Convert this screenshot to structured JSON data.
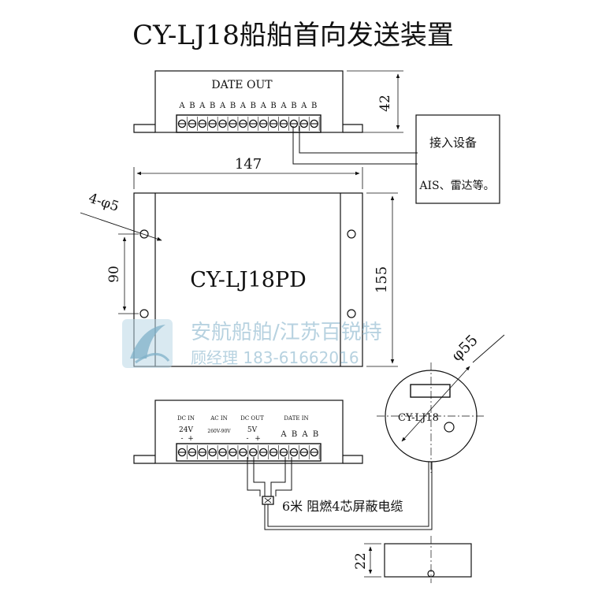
{
  "title": "CY-LJ18船舶首向发送装置",
  "top_view": {
    "label": "DATE OUT",
    "pins": [
      "A",
      "B",
      "A",
      "B",
      "A",
      "B",
      "A",
      "B",
      "A",
      "B",
      "A",
      "B",
      "A",
      "B"
    ],
    "height_dim": "42",
    "connect_box": {
      "line1": "接入设备",
      "line2": "AIS、雷达等。"
    }
  },
  "main_view": {
    "width_dim": "147",
    "height_dim": "155",
    "hole_spacing_dim": "90",
    "hole_label": "4-φ5",
    "model_label": "CY-LJ18PD"
  },
  "watermark": {
    "company": "安航船舶/江苏百锐特",
    "contact": "顾经理 183-61662016"
  },
  "sensor": {
    "diameter_dim": "φ55",
    "label": "CY-LJ18",
    "height_dim": "22"
  },
  "bottom_view": {
    "dc_in_label": "DC IN",
    "dc_in_voltage": "24V",
    "ac_in_label": "AC IN",
    "ac_in_voltage": "260V-90V",
    "dc_out_label": "DC OUT",
    "dc_out_voltage": "5V",
    "date_in_label": "DATE IN",
    "minus": "-",
    "plus": "+",
    "pins": [
      "A",
      "B",
      "A",
      "B"
    ],
    "cable_label": "6米  阻燃4芯屏蔽电缆"
  }
}
